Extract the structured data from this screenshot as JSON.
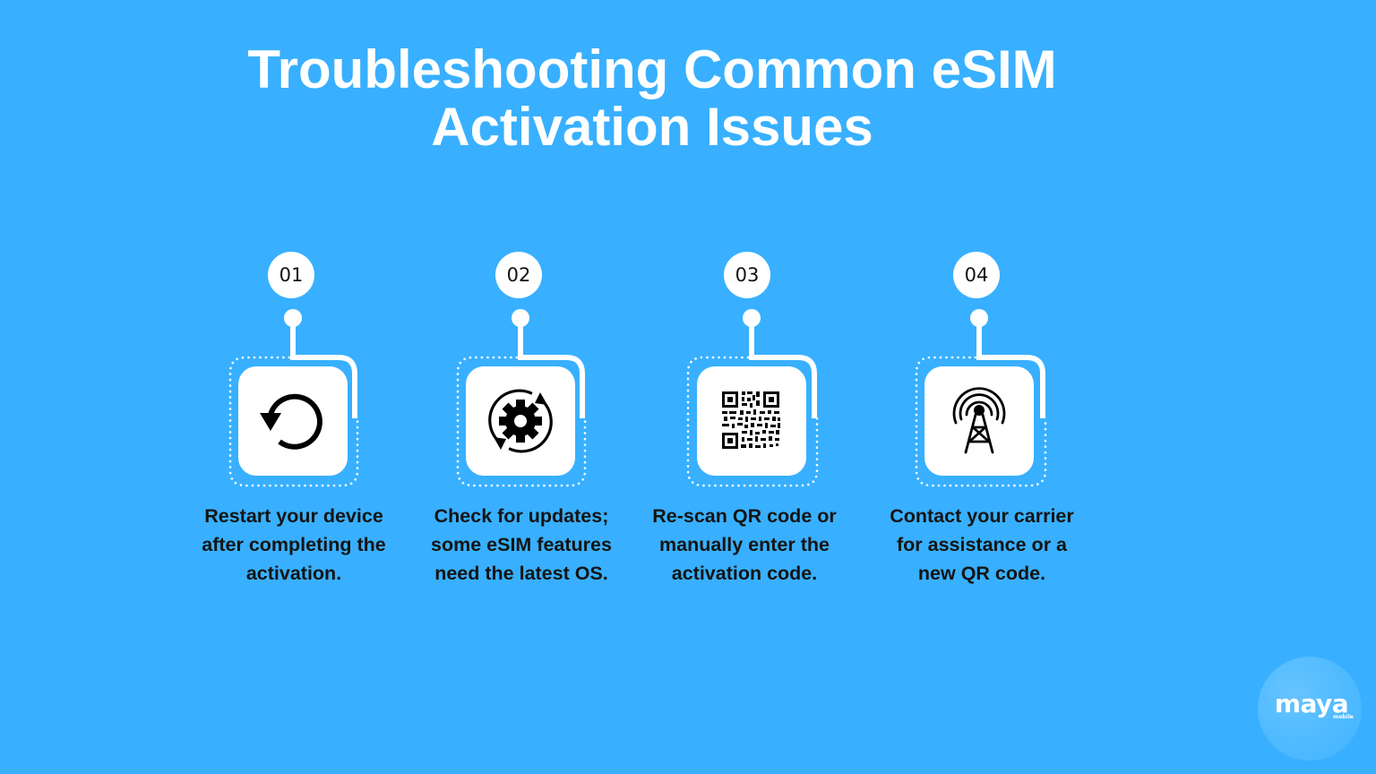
{
  "title": {
    "line1": "Troubleshooting Common eSIM",
    "line2": "Activation Issues"
  },
  "colors": {
    "background": "#38b0ff",
    "card": "#ffffff",
    "text_dark": "#141414",
    "title_text": "#ffffff"
  },
  "steps": [
    {
      "number": "01",
      "icon": "restart-icon",
      "lines": [
        "Restart your device",
        "after completing the",
        "activation."
      ]
    },
    {
      "number": "02",
      "icon": "update-gear-icon",
      "lines": [
        "Check for updates;",
        "some eSIM features",
        "need the latest OS."
      ]
    },
    {
      "number": "03",
      "icon": "qr-code-icon",
      "lines": [
        "Re-scan QR code or",
        "manually enter the",
        "activation code."
      ]
    },
    {
      "number": "04",
      "icon": "cell-tower-icon",
      "lines": [
        "Contact your carrier",
        "for assistance or a",
        "new QR code."
      ]
    }
  ],
  "logo": {
    "word": "maya",
    "sub": "mobile"
  }
}
